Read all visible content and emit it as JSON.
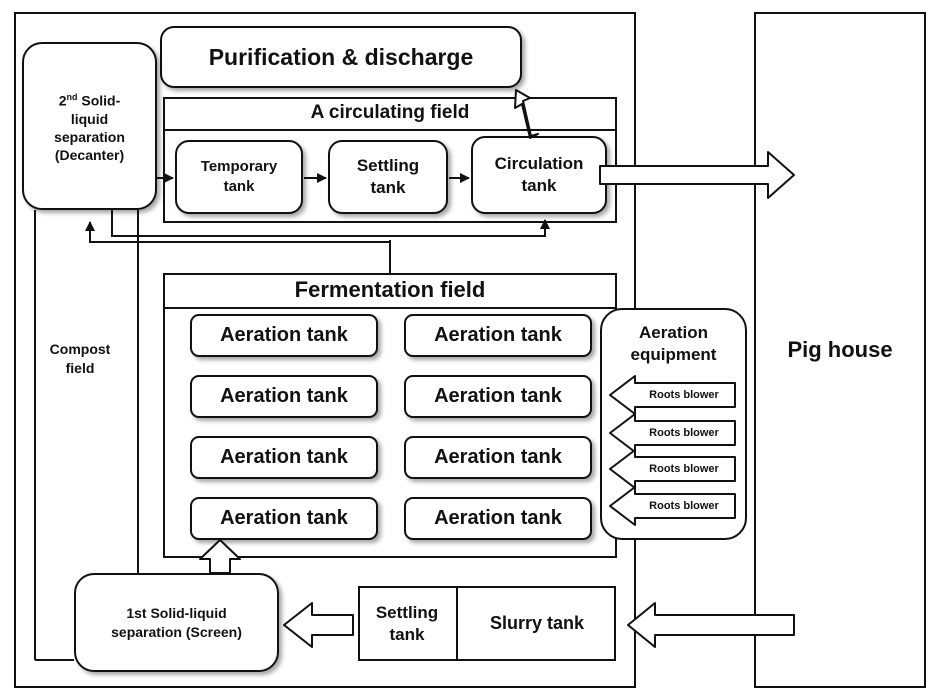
{
  "purification": "Purification & discharge",
  "circulating_field": {
    "title": "A circulating field",
    "temporary_tank": "Temporary tank",
    "settling_tank": "Settling tank",
    "circulation_tank": "Circulation tank"
  },
  "second_separation": {
    "line1_pre": "2",
    "line1_sup": "nd",
    "line1_post": " Solid-",
    "line2": "liquid",
    "line3": "separation",
    "line4": "(Decanter)"
  },
  "compost_field": "Compost field",
  "fermentation_field": {
    "title": "Fermentation field",
    "tanks": [
      "Aeration tank",
      "Aeration tank",
      "Aeration tank",
      "Aeration tank",
      "Aeration tank",
      "Aeration tank",
      "Aeration tank",
      "Aeration tank"
    ]
  },
  "aeration_equipment": {
    "title": "Aeration equipment",
    "blowers": [
      "Roots blower",
      "Roots blower",
      "Roots blower",
      "Roots blower"
    ]
  },
  "pig_house": "Pig house",
  "first_separation": "1st Solid-liquid separation (Screen)",
  "bottom_settling_tank": "Settling tank",
  "slurry_tank": "Slurry tank"
}
